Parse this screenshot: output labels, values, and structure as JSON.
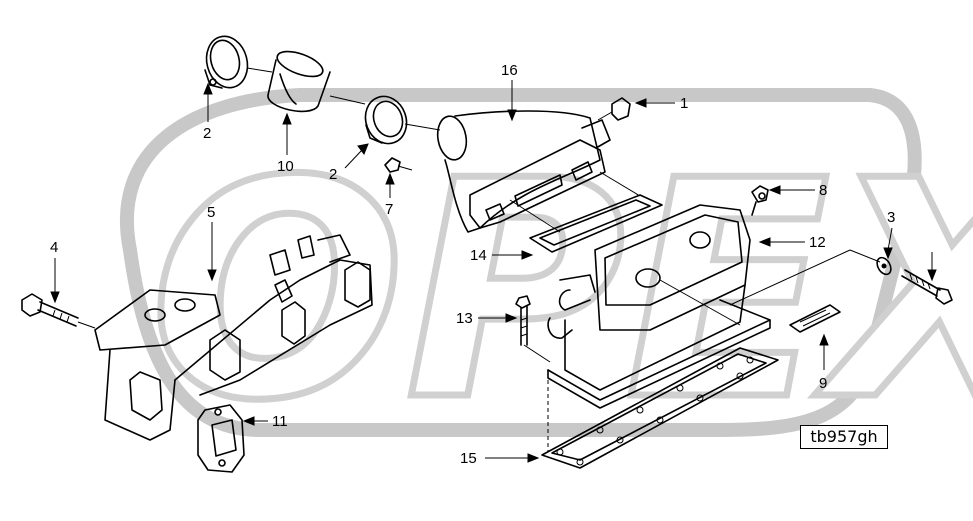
{
  "watermark": "OPEX",
  "callouts": {
    "c1": "1",
    "c2a": "2",
    "c2b": "2",
    "c3": "3",
    "c4": "4",
    "c5": "5",
    "c7": "7",
    "c8": "8",
    "c9": "9",
    "c10": "10",
    "c11": "11",
    "c12": "12",
    "c13": "13",
    "c14": "14",
    "c15": "15",
    "c16": "16"
  },
  "reference_code": "tb957gh"
}
